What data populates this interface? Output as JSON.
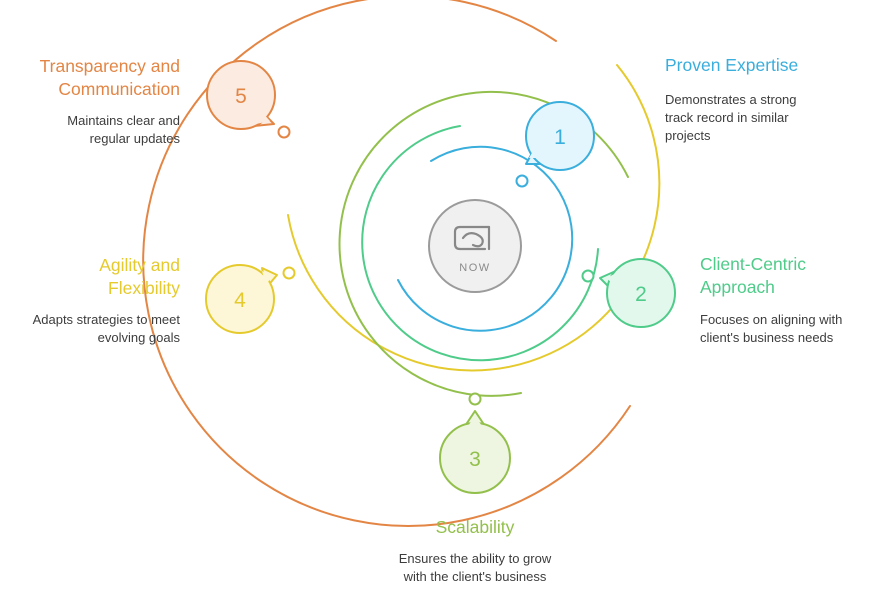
{
  "center_logo": {
    "icon": "nexus-swirl-icon",
    "text": "NOW"
  },
  "items": [
    {
      "number": "1",
      "title": [
        "Proven Expertise"
      ],
      "description": [
        "Demonstrates a strong",
        "track record in similar",
        "projects"
      ],
      "color": "#3aaedc",
      "fill": "#e4f6fd"
    },
    {
      "number": "2",
      "title": [
        "Client-Centric",
        "Approach"
      ],
      "description": [
        "Focuses on aligning with",
        "client's business needs"
      ],
      "color": "#4fcb8a",
      "fill": "#e3f8ec"
    },
    {
      "number": "3",
      "title": [
        "Scalability"
      ],
      "description": [
        "Ensures the ability to grow",
        "with the client's business"
      ],
      "color": "#93c04c",
      "fill": "#eef6e1"
    },
    {
      "number": "4",
      "title": [
        "Agility and",
        "Flexibility"
      ],
      "description": [
        "Adapts strategies to meet",
        "evolving goals"
      ],
      "color": "#e5ca2e",
      "fill": "#fdf7d8"
    },
    {
      "number": "5",
      "title": [
        "Transparency and",
        "Communication"
      ],
      "description": [
        "Maintains clear and",
        "regular updates"
      ],
      "color": "#e38645",
      "fill": "#fcebe0"
    }
  ]
}
